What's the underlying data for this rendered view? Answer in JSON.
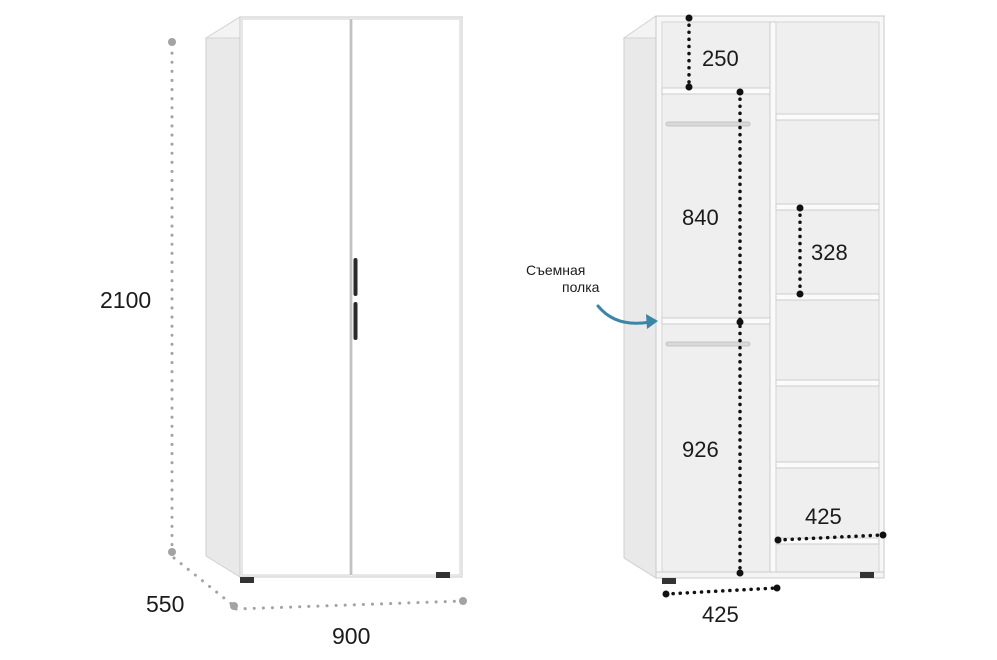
{
  "closed_cabinet": {
    "height_label": "2100",
    "depth_label": "550",
    "width_label": "900"
  },
  "open_cabinet": {
    "top_shelf_height_label": "250",
    "upper_section_height_label": "840",
    "shelf_spacing_label": "328",
    "lower_section_height_label": "926",
    "right_shelf_width_label": "425",
    "left_section_width_label": "425",
    "callout_line1": "Съемная",
    "callout_line2": "полка"
  },
  "colors": {
    "body": "#fafafa",
    "panel_edge": "#c9c9c9",
    "interior": "#f1f1f1",
    "dimension_dots": "#111111",
    "guide_dots": "#9a9a9a",
    "arrow": "#3a86a8"
  }
}
